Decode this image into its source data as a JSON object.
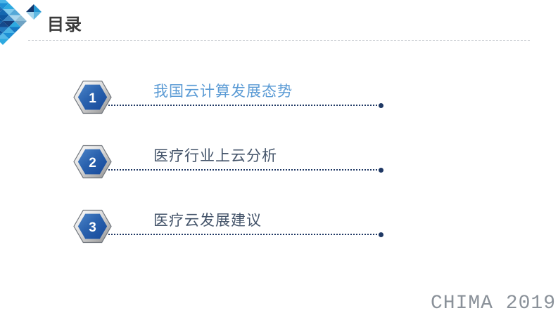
{
  "slide": {
    "title": "目录",
    "footer": "CHIMA 2019"
  },
  "toc": {
    "items": [
      {
        "number": "1",
        "label": "我国云计算发展态势",
        "label_color": "#5b9bd5"
      },
      {
        "number": "2",
        "label": "医疗行业上云分析",
        "label_color": "#44546a"
      },
      {
        "number": "3",
        "label": "医疗云发展建议",
        "label_color": "#44546a"
      }
    ]
  },
  "colors": {
    "accent_blue": "#5b9bd5",
    "dark_text": "#44546a",
    "leader_navy": "#1f3864",
    "hexagon_blue": "#2a62ae",
    "divider_gray": "#c9cdd1",
    "footer_gray": "#8a9199",
    "logo_blues": [
      "#2ea9e0",
      "#1b75bc",
      "#0e57a0",
      "#173f7c",
      "#a9d6ee",
      "#49b4e7"
    ]
  }
}
